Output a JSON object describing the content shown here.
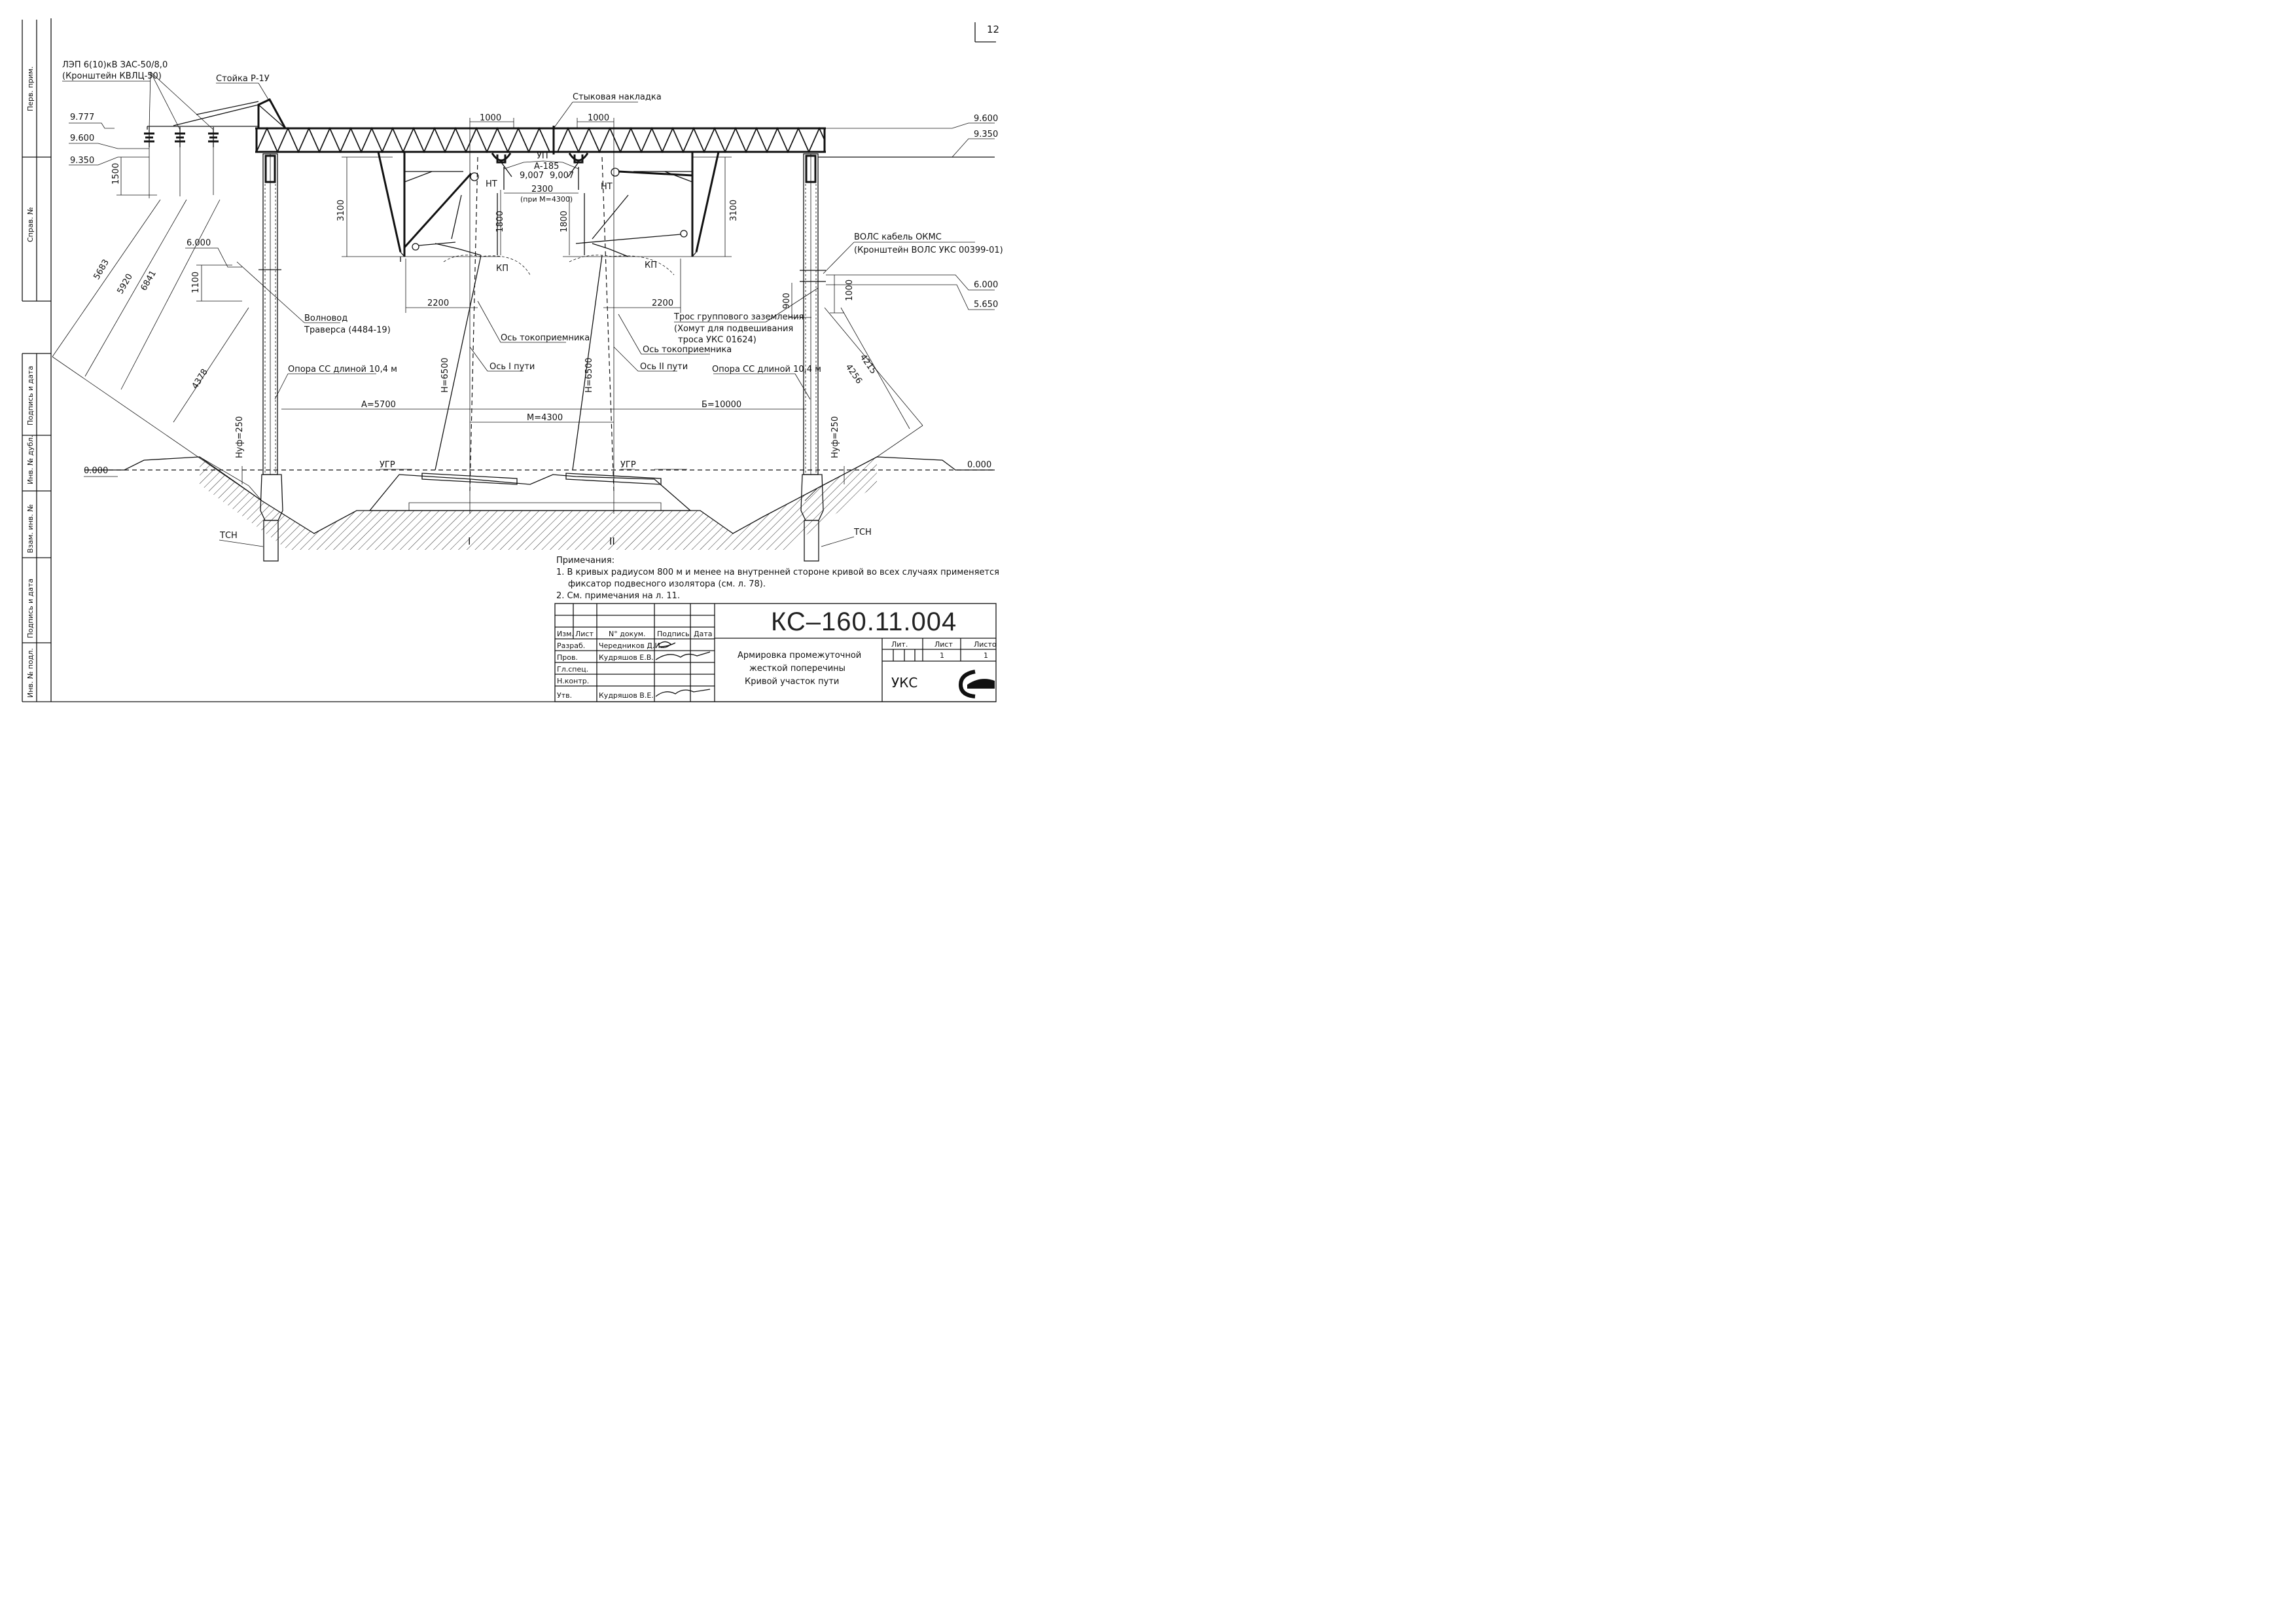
{
  "sheet": {
    "number": "12",
    "side_stamps": [
      "Перв. прим.",
      "Справ. №",
      "Подпись и дата",
      "Инв. № дубл.",
      "Взам. инв. №",
      "Подпись и дата",
      "Инв. № подл."
    ]
  },
  "labels": {
    "lep": "ЛЭП 6(10)кВ ЗАС-50/8,0",
    "lep_bracket": "(Кронштейн КВЛЦ-50)",
    "post": "Стойка Р-1У",
    "joint_plate": "Стыковая накладка",
    "vols_cable": "ВОЛС кабель ОКМС",
    "vols_bracket": "(Кронштейн ВОЛС УКС 00399-01)",
    "waveguide": "Волновод",
    "traverse": "Траверса   (4484-19)",
    "pantograph_axis_left": "Ось токоприемника",
    "pantograph_axis_right": "Ось токоприемника",
    "track_axis_1": "Ось I пути",
    "track_axis_2": "Ось II пути",
    "ground_cable": "Трос группового заземления",
    "ground_clamp": "(Хомут для подвешивания",
    "ground_clamp_2": "троса УКС 01624)",
    "pole_left": "Опора СС длиной 10,4  м",
    "pole_right": "Опора СС длиной 10,4  м",
    "ugr_left": "УГР",
    "ugr_right": "УГР",
    "tsn_left": "ТСН",
    "tsn_right": "ТСН",
    "track_1": "I",
    "track_2": "II",
    "up": "УП",
    "nt_left": "НТ",
    "nt_right": "НТ",
    "kp_left": "КП",
    "kp_right": "КП",
    "wire": "А-185",
    "note_4300": "(при М=4300)"
  },
  "dimensions": {
    "d1000_left": "1000",
    "d1000_right": "1000",
    "d3100_left": "3100",
    "d3100_right": "3100",
    "d1800_left": "1800",
    "d1800_right": "1800",
    "d2200_left": "2200",
    "d2200_right": "2200",
    "d2300": "2300",
    "d9007_left": "9,007",
    "d9007_right": "9,007",
    "d1500": "1500",
    "d1100": "1100",
    "d900": "900",
    "d1000_vols": "1000",
    "d5683": "5683",
    "d5920": "5920",
    "d6841": "6841",
    "d4378": "4378",
    "d4215": "4215",
    "d4256": "4256",
    "h6500_left": "Н=6500",
    "h6500_right": "Н=6500",
    "a5700": "А=5700",
    "b10000": "Б=10000",
    "m4300": "М=4300",
    "hn250_left": "Нуф=250",
    "hn250_right": "Нуф=250"
  },
  "elevations": {
    "l9777": "9.777",
    "l9600": "9.600",
    "l9350": "9.350",
    "l6000": "6.000",
    "l0000": "0.000",
    "r9600": "9.600",
    "r9350": "9.350",
    "r6000": "6.000",
    "r5650": "5.650",
    "r0000": "0.000"
  },
  "notes": {
    "title": "Примечания:",
    "n1a": "1.  В кривых радиусом 800 м и менее на внутренней стороне кривой во всех случаях применяется",
    "n1b": "фиксатор подвесного изолятора (см. л. 78).",
    "n2": "2.  См. примечания на л. 11."
  },
  "title_block": {
    "code": "КС–160.11.004",
    "headers": [
      "Изм.",
      "Лист",
      "N° докум.",
      "Подпись",
      "Дата"
    ],
    "rows": [
      {
        "role": "Разраб.",
        "name": "Чередников Д.И."
      },
      {
        "role": "Пров.",
        "name": "Кудряшов Е.В."
      },
      {
        "role": "Гл.спец.",
        "name": ""
      },
      {
        "role": "Н.контр.",
        "name": ""
      },
      {
        "role": "Утв.",
        "name": "Кудряшов В.Е."
      }
    ],
    "title_lines": [
      "Армировка  промежуточной",
      "жесткой  поперечины",
      "Кривой  участок  пути"
    ],
    "lit": "Лит.",
    "list": "Лист",
    "lists": "Листо",
    "list_val": "1",
    "lists_val": "1",
    "org": "УКС"
  }
}
